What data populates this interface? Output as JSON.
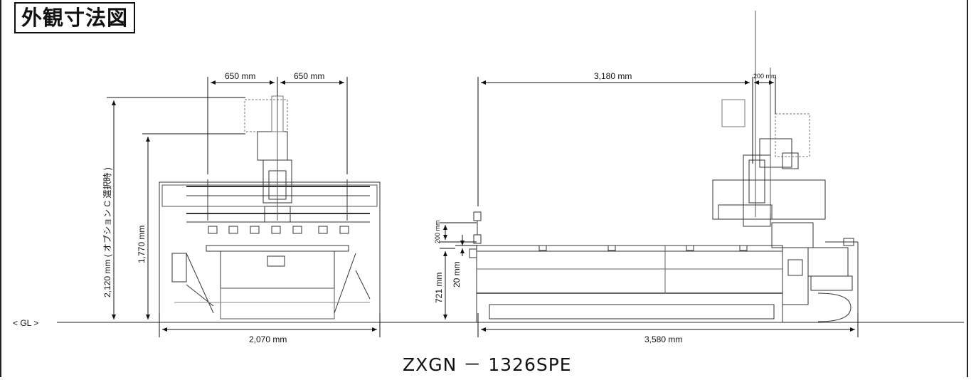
{
  "title": "外観寸法図",
  "model": "ZXGN － 1326SPE",
  "ground_label": "< GL >",
  "front_view": {
    "width_left": "650 mm",
    "width_right": "650 mm",
    "height_option": "2,120 mm ( オプション C 選択時 )",
    "height": "1,770 mm",
    "width_total": "2,070 mm"
  },
  "side_view": {
    "length_top": "3,180 mm",
    "offset_top": "200 mm",
    "height_small": "200 mm",
    "height_gap": "20 mm",
    "height_table": "721 mm",
    "length_total": "3,580 mm"
  }
}
